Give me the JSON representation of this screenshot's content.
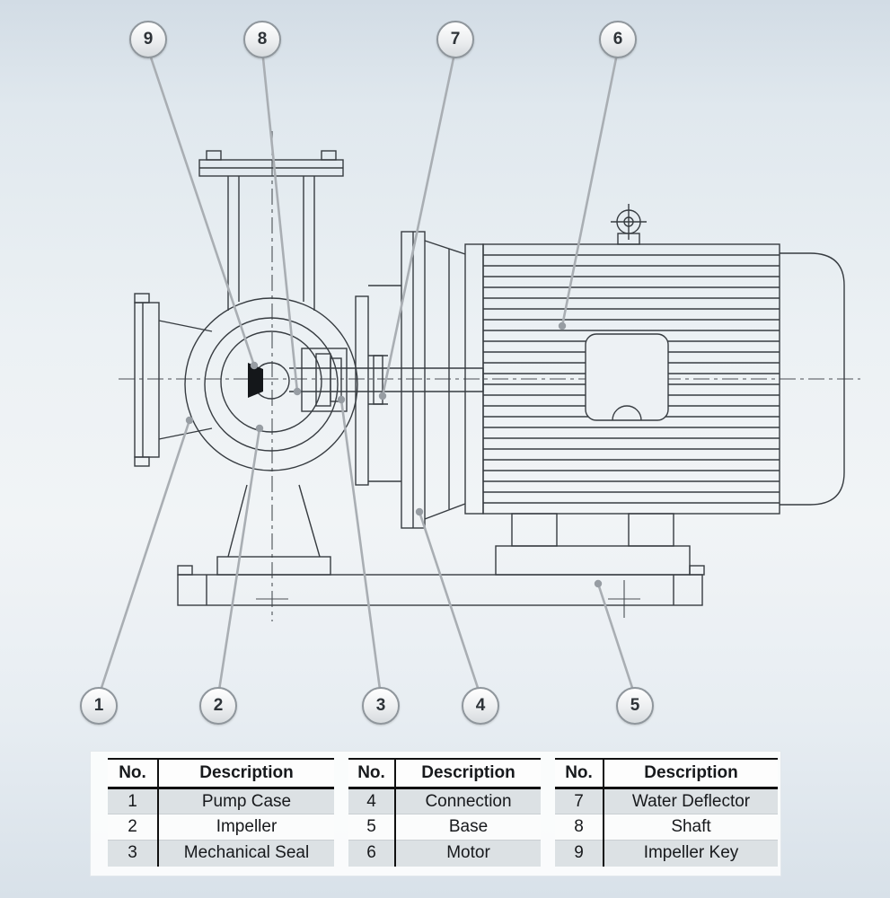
{
  "diagram": {
    "callouts": [
      "9",
      "8",
      "7",
      "6",
      "1",
      "2",
      "3",
      "4",
      "5"
    ]
  },
  "tables": [
    {
      "headers": [
        "No.",
        "Description"
      ],
      "rows": [
        [
          "1",
          "Pump Case"
        ],
        [
          "2",
          "Impeller"
        ],
        [
          "3",
          "Mechanical Seal"
        ]
      ]
    },
    {
      "headers": [
        "No.",
        "Description"
      ],
      "rows": [
        [
          "4",
          "Connection"
        ],
        [
          "5",
          "Base"
        ],
        [
          "6",
          "Motor"
        ]
      ]
    },
    {
      "headers": [
        "No.",
        "Description"
      ],
      "rows": [
        [
          "7",
          "Water Deflector"
        ],
        [
          "8",
          "Shaft"
        ],
        [
          "9",
          "Impeller Key"
        ]
      ]
    }
  ]
}
